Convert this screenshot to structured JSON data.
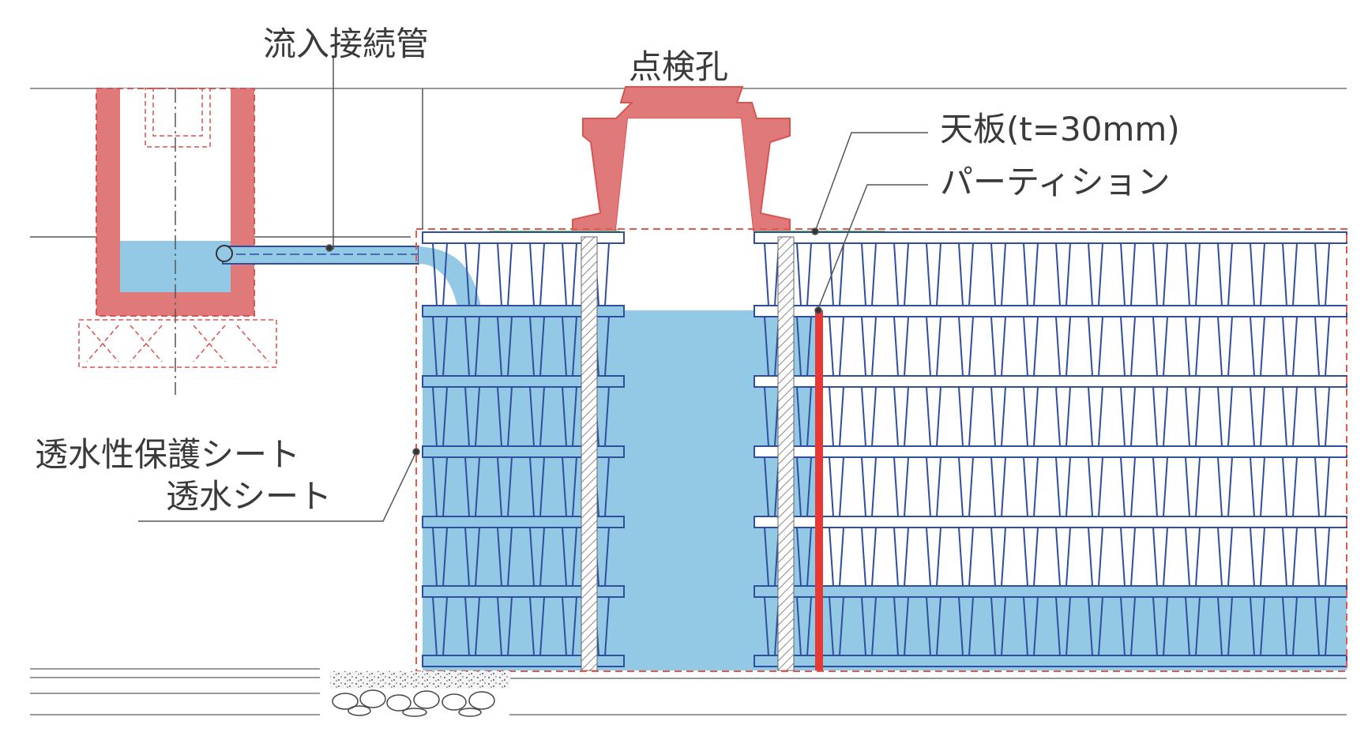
{
  "labels": {
    "inflow_pipe": "流入接続管",
    "inspection_hole": "点検孔",
    "top_plate": "天板(t=30mm)",
    "partition": "パーティション",
    "protective_sheet": "透水性保護シート",
    "permeable_sheet": "透水シート"
  },
  "colors": {
    "water": "#94c9e6",
    "concrete": "#e07a7a",
    "concrete_edge": "#d9534f",
    "frame": "#2f4f9e",
    "partition": "#e53935",
    "top_plate": "#7ec85a",
    "dashed_boundary": "#e05a50",
    "leader": "#555555"
  }
}
